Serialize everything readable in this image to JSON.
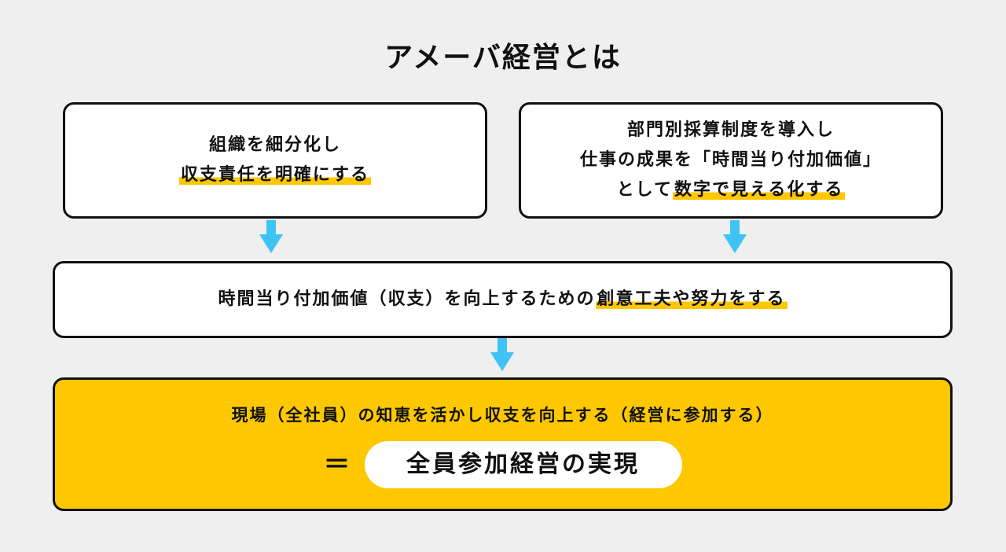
{
  "title": "アメーバ経営とは",
  "box_a": {
    "line1": "組織を細分化し",
    "line2": "収支責任を明確にする"
  },
  "box_b": {
    "line1": "部門別採算制度を導入し",
    "line2": "仕事の成果を「時間当り付加価値」",
    "line3_plain": "として",
    "line3_highlight": "数字で見える化する"
  },
  "box_c": {
    "plain": "時間当り付加価値（収支）を向上するための",
    "highlight": "創意工夫や努力をする"
  },
  "box_d": {
    "line1": "現場（全社員）の知恵を活かし収支を向上する（経営に参加する）",
    "equals": "＝",
    "result": "全員参加経営の実現"
  },
  "colors": {
    "accent_yellow": "#fdc800",
    "arrow_blue": "#3fc3f5",
    "border": "#111111",
    "background": "#efefef"
  }
}
